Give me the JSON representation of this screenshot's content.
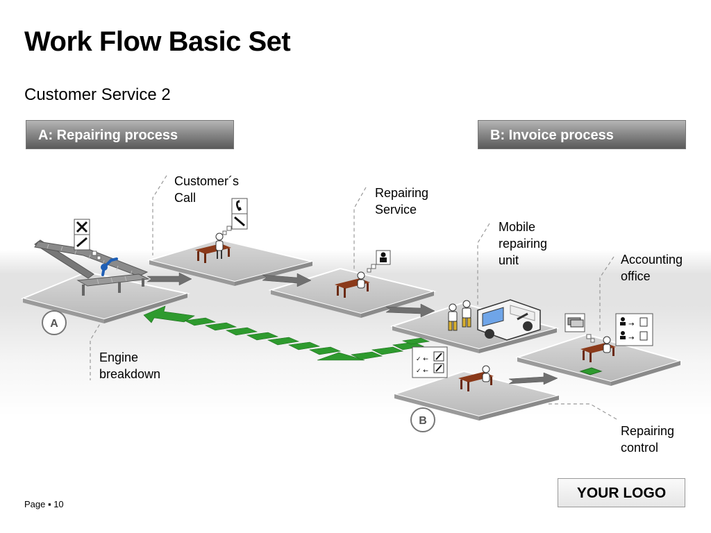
{
  "title": "Work Flow Basic Set",
  "subtitle": "Customer Service 2",
  "headers": {
    "a": "A: Repairing process",
    "b": "B: Invoice process"
  },
  "labels": {
    "customers_call": "Customer´s\nCall",
    "repairing_service": "Repairing\nService",
    "mobile_repairing_unit": "Mobile\nrepairing\nunit",
    "accounting_office": "Accounting\noffice",
    "engine_breakdown": "Engine\nbreakdown",
    "repairing_control": "Repairing\ncontrol"
  },
  "markers": {
    "a": "A",
    "b": "B"
  },
  "logo": "YOUR LOGO",
  "footer": {
    "page_label": "Page ▪ 10"
  },
  "colors": {
    "header_dark": "#5a5a5a",
    "platform": "#c8c8c8",
    "arrow_gray": "#707070",
    "arrow_green": "#2e9a2e",
    "desk": "#8b3a1a"
  },
  "icons": [
    "tools-icon",
    "wrench-icon",
    "phone-icon",
    "person-icon",
    "credit-card-icon",
    "invoice-icon",
    "checklist-icon"
  ]
}
